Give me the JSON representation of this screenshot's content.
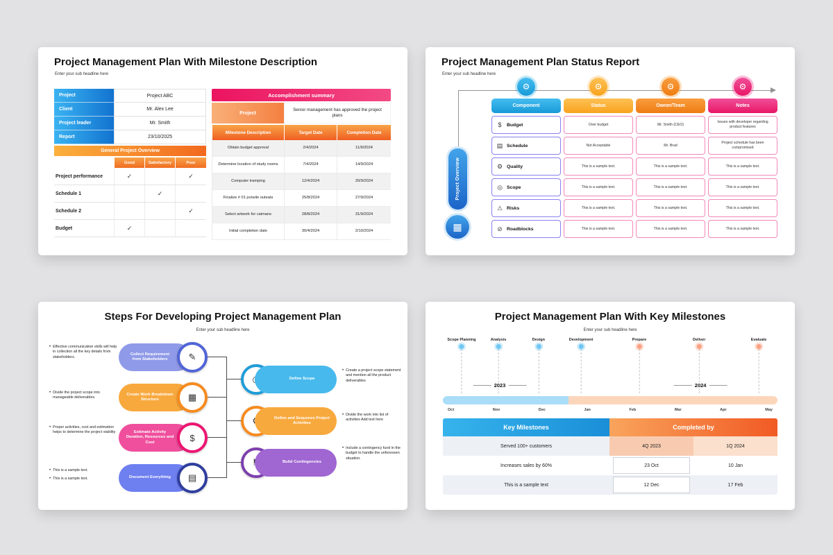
{
  "slide1": {
    "title": "Project Management Plan With Milestone Description",
    "subtitle": "Enter your sub headline here",
    "info": [
      {
        "label": "Project",
        "value": "Project ABC"
      },
      {
        "label": "Client",
        "value": "Mr. Alex Lee"
      },
      {
        "label": "Project leader",
        "value": "Mr. Smith"
      },
      {
        "label": "Report",
        "value": "23/10/2025"
      }
    ],
    "overview": {
      "header": "General Project Overview",
      "columns": [
        "Good",
        "Satisfactory",
        "Poor"
      ],
      "rows": [
        {
          "label": "Project performance",
          "good": "✓",
          "satisfactory": "",
          "poor": "✓"
        },
        {
          "label": "Schedule 1",
          "good": "",
          "satisfactory": "✓",
          "poor": ""
        },
        {
          "label": "Schedule 2",
          "good": "",
          "satisfactory": "",
          "poor": "✓"
        },
        {
          "label": "Budget",
          "good": "✓",
          "satisfactory": "",
          "poor": ""
        }
      ]
    },
    "accomplishment": {
      "header": "Accomplishment summary",
      "project_label": "Project",
      "project_value": "Senior management has approved the project plans",
      "columns": [
        "Milestone Description",
        "Target Date",
        "Completion Date"
      ],
      "rows": [
        {
          "desc": "Obtain budget approval",
          "target": "2/4/2024",
          "completion": "11/9/2024"
        },
        {
          "desc": "Determine location of study rooms",
          "target": "7/4/2024",
          "completion": "14/9/2024"
        },
        {
          "desc": "Computer tramping",
          "target": "12/4/2024",
          "completion": "20/9/2024"
        },
        {
          "desc": "Finalize # 01 po/wile outeats",
          "target": "25/8/2024",
          "completion": "27/9/2024"
        },
        {
          "desc": "Select artwork for caimans",
          "target": "28/8/2024",
          "completion": "31/9/2024"
        },
        {
          "desc": "Initial completion date",
          "target": "30/4/2024",
          "completion": "2/10/2024"
        }
      ]
    }
  },
  "slide2": {
    "title": "Project Management Plan Status Report",
    "subtitle": "Enter your sub headline here",
    "side_label": "Project Overview",
    "rail_icon": "▦",
    "header_icon": "⚙",
    "columns": [
      {
        "label": "Component",
        "color": "#29abe2"
      },
      {
        "label": "Status",
        "color": "#fbb03b"
      },
      {
        "label": "Owner/Team",
        "color": "#f7931e"
      },
      {
        "label": "Notes",
        "color": "#ed1e79"
      }
    ],
    "rows": [
      {
        "icon": "$",
        "component": "Budget",
        "status": "Over budget",
        "owner": "Mr. Smith (CEO)",
        "notes": "Issues with developer regarding product features"
      },
      {
        "icon": "▤",
        "component": "Schedule",
        "status": "Not Acceptable",
        "owner": "Mr. Brad",
        "notes": "Project schedule has been compromised"
      },
      {
        "icon": "⚙",
        "component": "Quality",
        "status": "This is a sample text.",
        "owner": "This is a sample text.",
        "notes": "This is a sample text."
      },
      {
        "icon": "◎",
        "component": "Scope",
        "status": "This is a sample text.",
        "owner": "This is a sample text.",
        "notes": "This is a sample text."
      },
      {
        "icon": "⚠",
        "component": "Risks",
        "status": "This is a sample text.",
        "owner": "This is a sample text.",
        "notes": "This is a sample text."
      },
      {
        "icon": "⊘",
        "component": "Roadblocks",
        "status": "This is a sample text.",
        "owner": "This is a sample text.",
        "notes": "This is a sample text."
      }
    ]
  },
  "slide3": {
    "title": "Steps For Developing Project Management Plan",
    "subtitle": "Enter your sub headline here",
    "left_notes": [
      "Effective communication skills will help in collection all the key details from stakeholders.",
      "Divide the project scope into manageable deliverables.",
      "Proper activities, cost and estimation helps to determine the project viability",
      "This is a sample text.",
      "This is a sample text."
    ],
    "left_steps": [
      {
        "label": "Collect Requirement from Stakeholders",
        "color": "#8f9ae8",
        "ring": "#5165d6",
        "icon": "✎"
      },
      {
        "label": "Create Work Breakdown Structure",
        "color": "#f8a93e",
        "ring": "#f68b1f",
        "icon": "▦"
      },
      {
        "label": "Estimate Activity Duration, Resources and Cost",
        "color": "#ef4f9d",
        "ring": "#ec1672",
        "icon": "$"
      },
      {
        "label": "Document Everything",
        "color": "#6e7ff0",
        "ring": "#2f3e9e",
        "icon": "▤"
      }
    ],
    "right_steps": [
      {
        "label": "Define Scope",
        "color": "#47b9ec",
        "ring": "#1f9cd8",
        "icon": "◎"
      },
      {
        "label": "Define and Sequence Project Activities",
        "color": "#f8a93e",
        "ring": "#f68b1f",
        "icon": "⚙"
      },
      {
        "label": "Build Contingencies",
        "color": "#a066d2",
        "ring": "#7d3fad",
        "icon": "⚑"
      }
    ],
    "right_notes": [
      "Create a project scope statement and mention all the product deliverables",
      "Divide the work into list of activities Add text here",
      "Include a contingency fund in the budget to handle the unforeseen situation."
    ]
  },
  "slide4": {
    "title": "Project Management Plan With Key Milestones",
    "subtitle": "Enter your sub headline here",
    "phases": [
      {
        "label": "Scope Planning",
        "color": "#6fc7f2"
      },
      {
        "label": "Analysis",
        "color": "#6fc7f2"
      },
      {
        "label": "Design",
        "color": "#6fc7f2"
      },
      {
        "label": "Development",
        "color": "#6fc7f2"
      },
      {
        "label": "Prepare",
        "color": "#f9a182"
      },
      {
        "label": "Deliver",
        "color": "#f9a182"
      },
      {
        "label": "Evaluate",
        "color": "#f9a182"
      }
    ],
    "years": [
      "2023",
      "2024"
    ],
    "months": [
      "Oct",
      "Nov",
      "Dec",
      "Jan",
      "Feb",
      "Mar",
      "Apr",
      "May"
    ],
    "table": {
      "headers": [
        "Key Milestones",
        "Completed by"
      ],
      "header_colors": {
        "key_milestones": "#29abe2",
        "completed_by": "#f15a24"
      },
      "rows": [
        {
          "milestone": "Served 100+ customers",
          "col1": "4Q 2023",
          "col2": "1Q 2024"
        },
        {
          "milestone": "Increases sales by 60%",
          "col1": "23 Oct",
          "col2": "10 Jan"
        },
        {
          "milestone": "This is a sample text",
          "col1": "12 Dec",
          "col2": "17 Feb"
        }
      ]
    }
  }
}
